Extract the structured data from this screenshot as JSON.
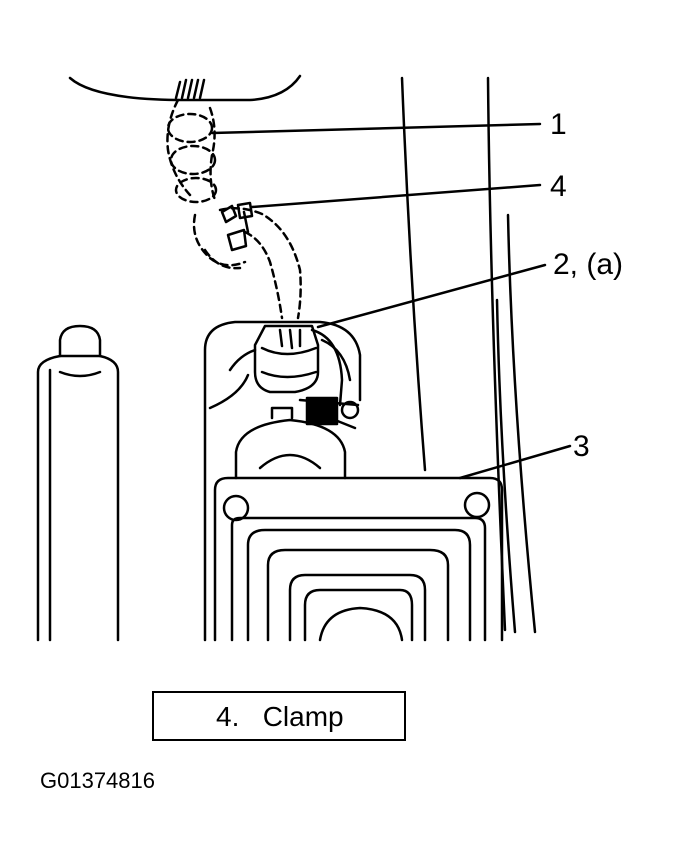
{
  "callouts": {
    "c1": "1",
    "c4": "4",
    "c2a": "2, (a)",
    "c3": "3"
  },
  "legend": {
    "number": "4.",
    "label": "Clamp"
  },
  "figure_id": "G01374816"
}
